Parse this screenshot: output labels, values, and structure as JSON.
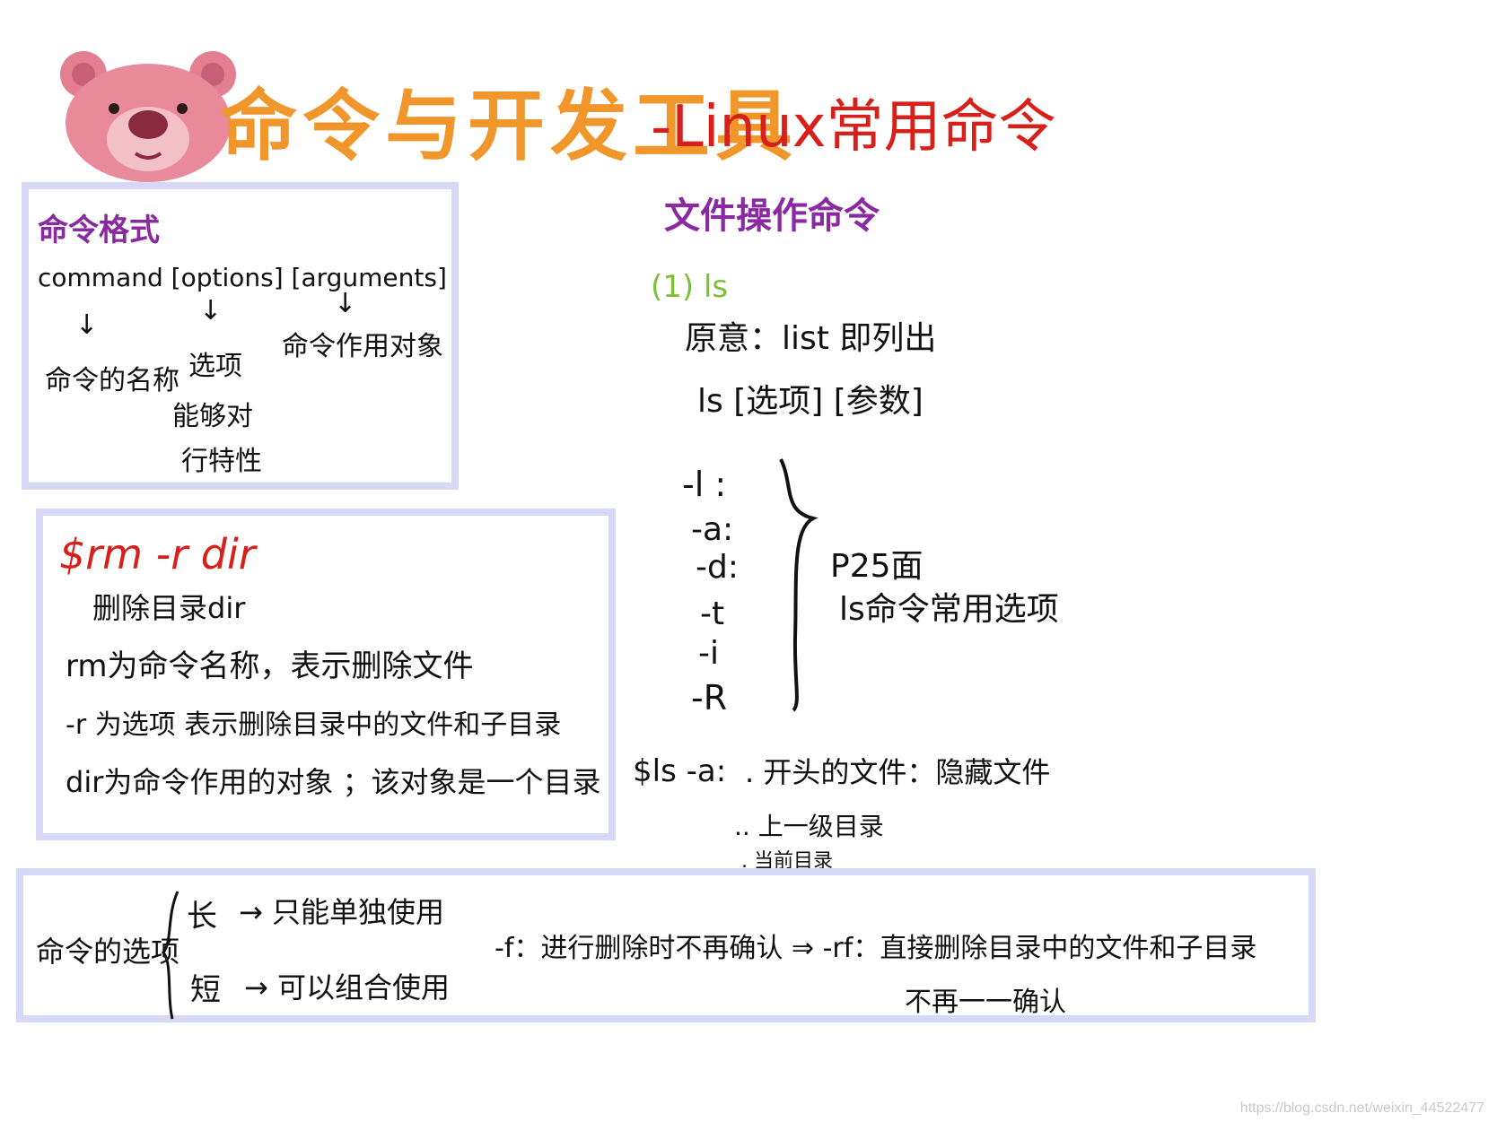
{
  "header": {
    "title": "命令与开发工具",
    "subtitle": "-Linux常用命令"
  },
  "format_box": {
    "heading": "命令格式",
    "syntax": "command [options] [arguments]",
    "arrow": "↓",
    "label_command": "命令的名称",
    "label_options_1": "选项",
    "label_options_2": "能够对",
    "label_options_3": "行特性",
    "label_arguments": "命令作用对象"
  },
  "rm_box": {
    "command": "$rm -r dir",
    "desc": "删除目录dir",
    "line1": "rm为命令名称，表示删除文件",
    "line2": "-r 为选项 表示删除目录中的文件和子目录",
    "line3": "dir为命令作用的对象 ；该对象是一个目录"
  },
  "file_ops": {
    "heading": "文件操作命令",
    "ls_title": "(1) ls",
    "ls_meaning": "原意：list 即列出",
    "ls_syntax": "ls [选项] [参数]",
    "options": [
      "-l :",
      "-a:",
      "-d:",
      "-t",
      "-i",
      "-R"
    ],
    "brace_note_1": "P25面",
    "brace_note_2": "ls命令常用选项",
    "lsa_prefix": "$ls -a:",
    "lsa_line1": ". 开头的文件：隐藏文件",
    "lsa_line2": ".. 上一级目录",
    "lsa_line3": ". 当前目录"
  },
  "options_box": {
    "label": "命令的选项",
    "long": "长",
    "long_desc": "→ 只能单独使用",
    "short": "短",
    "short_desc": "→ 可以组合使用",
    "f_desc": "-f：进行删除时不再确认 ⇒ -rf：直接删除目录中的文件和子目录",
    "f_desc_2": "不再一一确认"
  },
  "watermark": "https://blog.csdn.net/weixin_44522477",
  "colors": {
    "title": "#f0962a",
    "subtitle": "#d8201a",
    "heading": "#8a2aa0",
    "ls_title": "#7bbf3a",
    "box_border": "#d6d8f6",
    "bear": "#e88a9a"
  }
}
